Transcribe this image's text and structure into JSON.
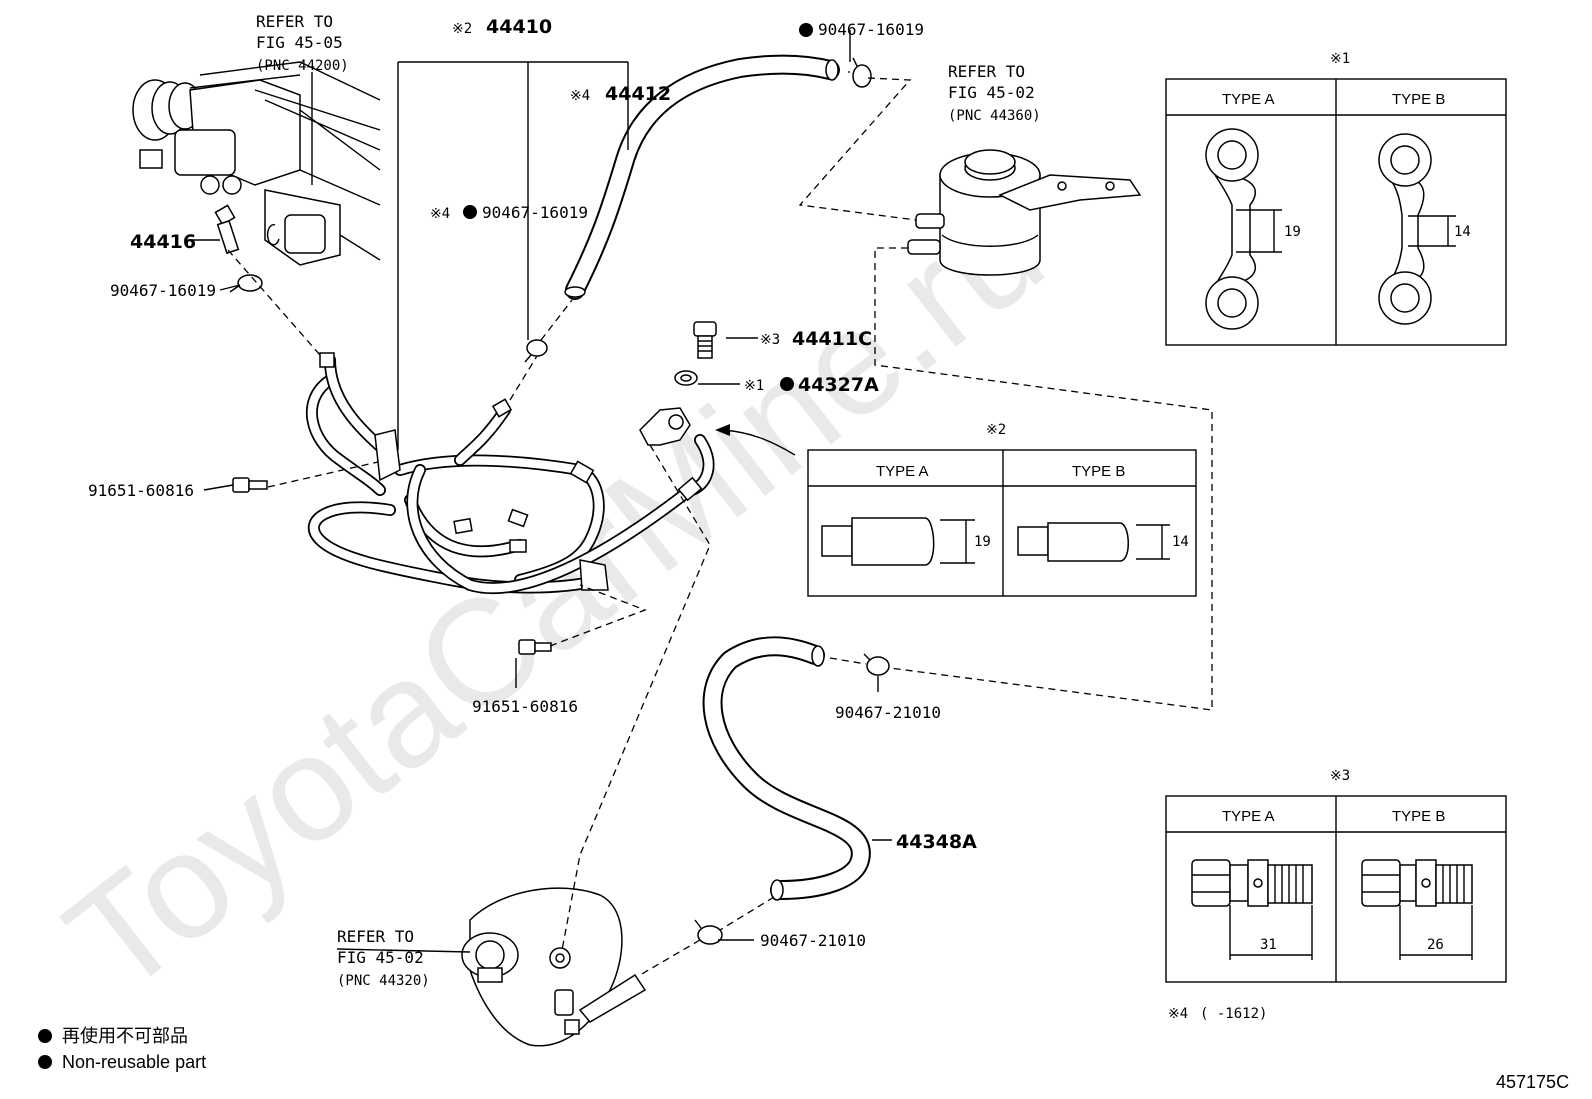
{
  "watermark": "ToyotaCarMine.ru",
  "figure_code": "457175C",
  "refs": {
    "steering_gear": {
      "line1": "REFER TO",
      "line2": "FIG 45-05",
      "line3": "(PNC 44200)"
    },
    "reservoir": {
      "line1": "REFER TO",
      "line2": "FIG 45-02",
      "line3": "(PNC 44360)"
    },
    "pump": {
      "line1": "REFER TO",
      "line2": "FIG 45-02",
      "line3": "(PNC 44320)"
    }
  },
  "callouts": {
    "p44410": {
      "mark": "※2",
      "number": "44410"
    },
    "p44412": {
      "mark": "※4",
      "number": "44412"
    },
    "p90467_top": {
      "number": "90467-16019"
    },
    "p90467_mid": {
      "mark": "※4",
      "number": "90467-16019"
    },
    "p44416": {
      "number": "44416"
    },
    "p90467_left": {
      "number": "90467-16019"
    },
    "p44411c": {
      "mark": "※3",
      "number": "44411C"
    },
    "p44327a": {
      "mark": "※1",
      "number": "44327A"
    },
    "p91651_left": {
      "number": "91651-60816"
    },
    "p91651_mid": {
      "number": "91651-60816"
    },
    "p90467_21010_a": {
      "number": "90467-21010"
    },
    "p44348a": {
      "number": "44348A"
    },
    "p90467_21010_b": {
      "number": "90467-21010"
    }
  },
  "tables": {
    "t1": {
      "mark": "※1",
      "type_a": "TYPE A",
      "type_b": "TYPE B",
      "dim_a": "19",
      "dim_b": "14"
    },
    "t2": {
      "mark": "※2",
      "type_a": "TYPE A",
      "type_b": "TYPE B",
      "dim_a": "19",
      "dim_b": "14"
    },
    "t3": {
      "mark": "※3",
      "type_a": "TYPE A",
      "type_b": "TYPE B",
      "dim_a": "31",
      "dim_b": "26"
    }
  },
  "note4": {
    "mark": "※4",
    "text": "(      -1612)"
  },
  "legend": {
    "jp": "再使用不可部品",
    "en": "Non-reusable part"
  }
}
